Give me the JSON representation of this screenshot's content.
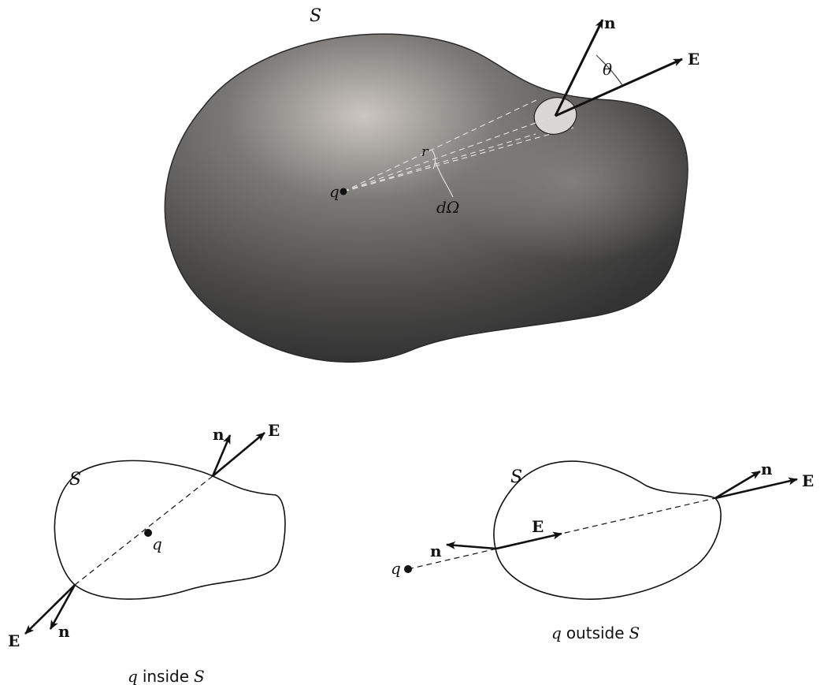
{
  "colors": {
    "surface_fill_dark": "#3f3f3f",
    "surface_fill_light": "#c4c0bc",
    "ink": "#111111",
    "patch_fill": "#d9d6d3"
  },
  "main_figure": {
    "surface_label": "S",
    "normal_label": "n",
    "field_label": "E",
    "angle_label": "θ",
    "distance_label": "r",
    "charge_label": "q",
    "solid_angle_label": "dΩ"
  },
  "inside_figure": {
    "surface_label": "S",
    "charge_label": "q",
    "upper_normal_label": "n",
    "upper_field_label": "E",
    "lower_normal_label": "n",
    "lower_field_label": "E",
    "caption_q": "q",
    "caption_text": "inside",
    "caption_s": "S"
  },
  "outside_figure": {
    "surface_label": "S",
    "charge_label": "q",
    "entry_normal_label": "n",
    "entry_field_label": "E",
    "exit_normal_label": "n",
    "exit_field_label": "E",
    "caption_q": "q",
    "caption_text": "outside",
    "caption_s": "S"
  }
}
